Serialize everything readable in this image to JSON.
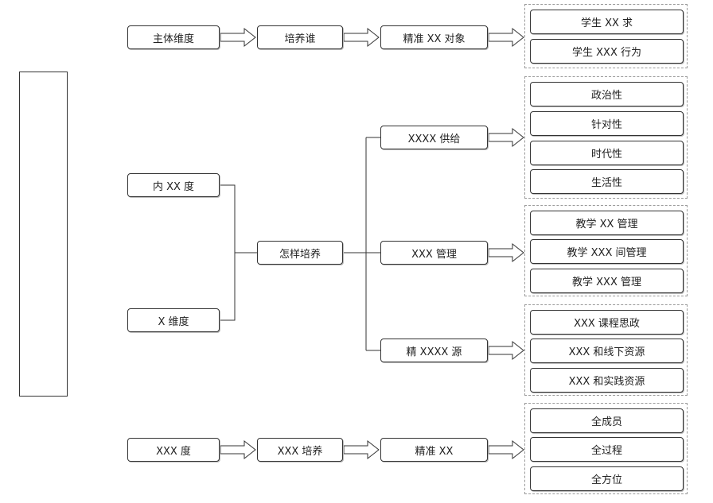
{
  "rows": {
    "top": {
      "col1": "主体维度",
      "col2": "培养谁",
      "col3": "精准 XX 对象",
      "items": [
        "学生 XX 求",
        "学生 XXX 行为"
      ]
    },
    "middle": {
      "col1a": "内 XX 度",
      "col1b": "X 维度",
      "col2": "怎样培养",
      "branches": [
        {
          "label": "XXXX 供给",
          "items": [
            "政治性",
            "针对性",
            "时代性",
            "生活性"
          ]
        },
        {
          "label": "XXX 管理",
          "items": [
            "教学 XX 管理",
            "教学 XXX 间管理",
            "教学 XXX 管理"
          ]
        },
        {
          "label": "精 XXXX 源",
          "items": [
            "XXX 课程思政",
            "XXX 和线下资源",
            "XXX 和实践资源"
          ]
        }
      ]
    },
    "bottom": {
      "col1": "XXX 度",
      "col2": "XXX 培养",
      "col3": "精准 XX",
      "items": [
        "全成员",
        "全过程",
        "全方位"
      ]
    }
  }
}
